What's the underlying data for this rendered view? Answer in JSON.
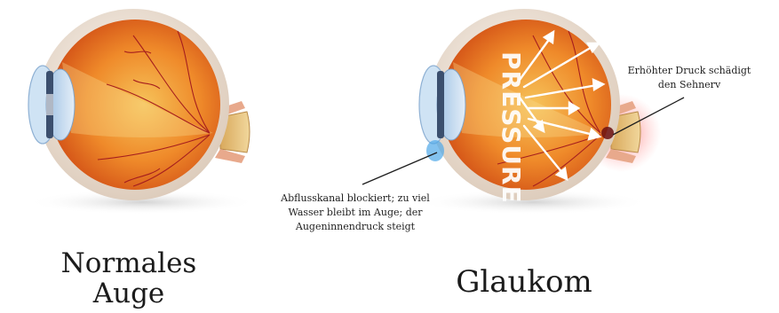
{
  "labels": {
    "normal_eye": "Normales Auge",
    "normal_eye_lines": [
      "Normales",
      "Auge"
    ],
    "glaucoma": "Glaukom",
    "pressure_word": "PRESSURE",
    "nerve_annotation_lines": [
      "Erhöhter Druck schädigt",
      "den Sehnerv"
    ],
    "drain_annotation_lines": [
      "Abflusskanal blockiert; zu viel",
      "Wasser bleibt im Auge; der",
      "Augeninnendruck steigt"
    ]
  },
  "colors": {
    "sclera": "#f2e9e0",
    "retina": "#e8641f",
    "retina_inner": "#f4b13c",
    "lens": "#c9ddf0",
    "nerve": "#e9c98a",
    "vessel": "#a61e1e",
    "arrow": "#ffffff",
    "glow": "#ff6a6a",
    "text": "#1b1b1b"
  }
}
